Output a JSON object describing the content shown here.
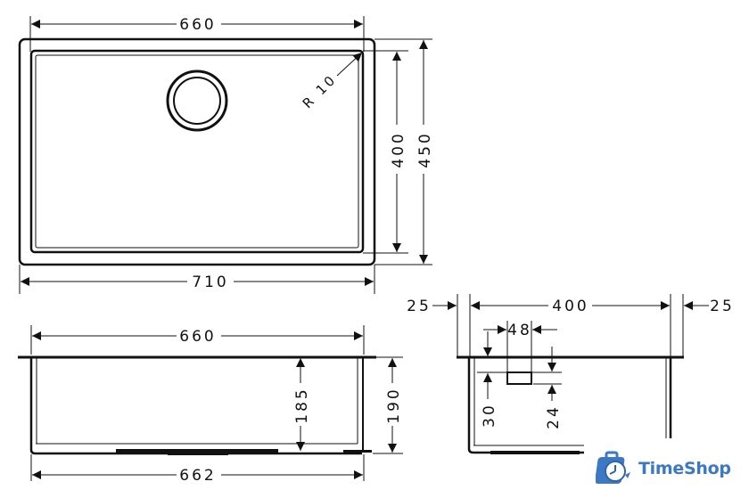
{
  "top_view": {
    "inner_width": "660",
    "outer_width": "710",
    "inner_height": "400",
    "outer_height": "450",
    "corner_radius": "R 10"
  },
  "front_view": {
    "top_width": "660",
    "bottom_width": "662",
    "inner_depth": "185",
    "outer_depth": "190"
  },
  "side_view": {
    "left_flange": "25",
    "width": "400",
    "right_flange": "25",
    "overflow_width": "48",
    "overflow_offset": "30",
    "overflow_height": "24"
  },
  "logo": {
    "brand": "TimeShop",
    "color": "#3d78c4"
  }
}
